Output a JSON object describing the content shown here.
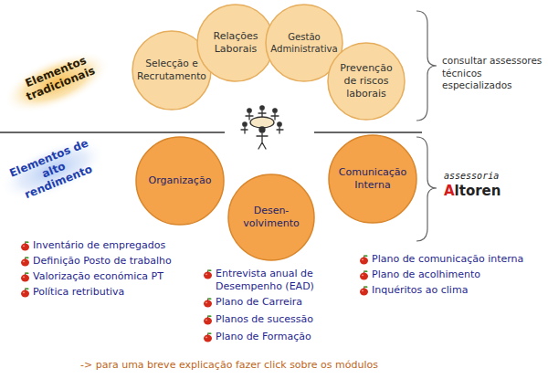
{
  "diagram": {
    "nodes": [
      {
        "text": [
          "Selecção e Recrutamento"
        ]
      },
      {
        "text": [
          "Relações Laborais"
        ]
      },
      {
        "text": [
          "Gestão Administrativa"
        ]
      },
      {
        "text": [
          "Prevenção de riscos laborais"
        ]
      },
      {
        "text": [
          "Organização"
        ]
      },
      {
        "text": [
          "Desen- volvimento"
        ]
      },
      {
        "text": [
          "Comunicação Interna"
        ]
      }
    ],
    "labels": [
      "Elementos tradicionais",
      "Elementos de alto rendimento",
      "consultar assessores técnicos especializados",
      "assessoria",
      "Altoren",
      "Inventário de empregados",
      "Definição Posto de trabalho",
      "Valorização económica PT",
      "Política retributiva",
      "Entrevista anual de Desempenho (EAD)",
      "Plano de Carreira",
      "Planos de sucessão",
      "Plano de Formação",
      "Plano de comunicação interna",
      "Plano de acolhimento",
      "Inquéritos ao clima",
      "-> para uma breve explicação fazer click sobre os módulos"
    ]
  }
}
